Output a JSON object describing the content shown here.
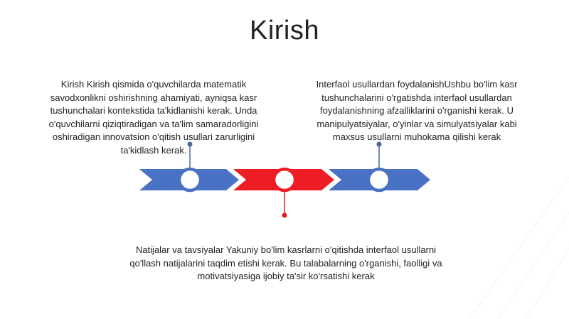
{
  "slide": {
    "title": "Kirish",
    "blocks": [
      {
        "text": "Kirish Kirish qismida o'quvchilarda matematik savodxonlikni oshirishning ahamiyati, ayniqsa kasr tushunchalari kontekstida ta'kidlanishi kerak. Unda o'quvchilarni qiziqtiradigan va ta'lim samaradorligini oshiradigan innovatsion o'qitish usullari zarurligini ta'kidlash kerak."
      },
      {
        "text": "Interfaol usullardan foydalanishUshbu bo'lim kasr tushunchalarini o'rgatishda interfaol usullardan foydalanishning afzalliklarini o'rganishi kerak. U manipulyatsiyalar, o'yinlar va simulyatsiyalar kabi maxsus usullarni muhokama qilishi kerak"
      },
      {
        "text": "Natijalar va tavsiyalar Yakuniy bo'lim kasrlarni o'qitishda interfaol usullarni qo'llash natijalarini taqdim etishi kerak. Bu talabalarning o'rganishi, faolligi va motivatsiyasiga ijobiy ta'sir ko'rsatishi kerak"
      }
    ]
  },
  "colors": {
    "blue": "#4a72c4",
    "red": "#ee1c25",
    "connector_blue": "#4a6890",
    "connector_red": "#e02020",
    "text": "#222222"
  }
}
